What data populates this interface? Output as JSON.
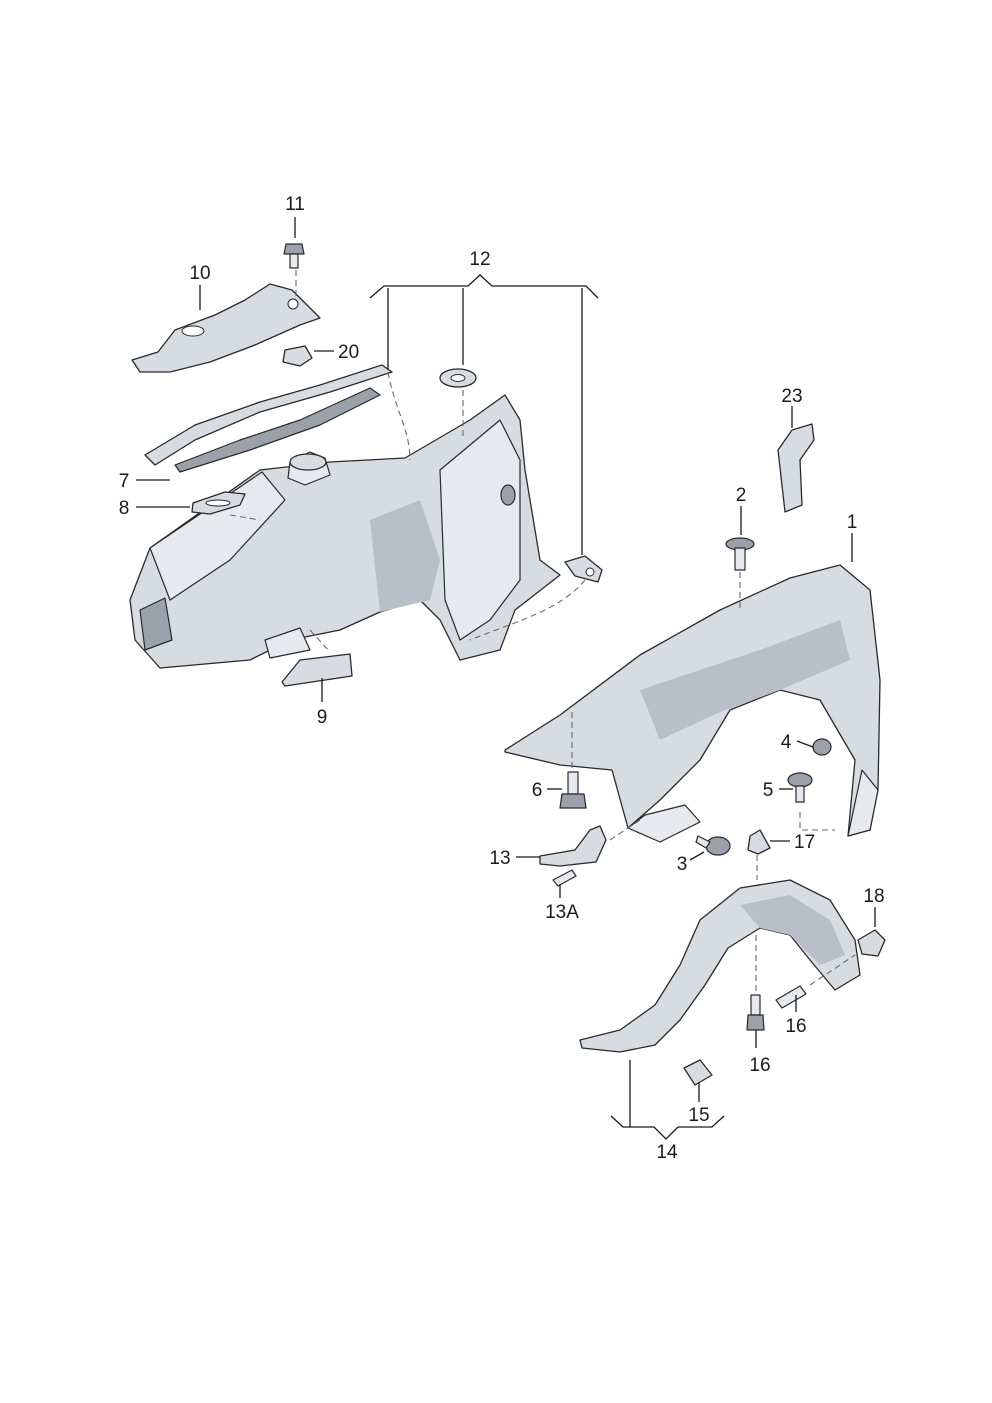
{
  "diagram": {
    "callouts": {
      "c1": "1",
      "c2": "2",
      "c3": "3",
      "c4": "4",
      "c5": "5",
      "c6": "6",
      "c7": "7",
      "c8": "8",
      "c9": "9",
      "c10": "10",
      "c11": "11",
      "c12": "12",
      "c13": "13",
      "c13a": "13A",
      "c14": "14",
      "c15": "15",
      "c16a": "16",
      "c16b": "16",
      "c17": "17",
      "c18": "18",
      "c20": "20",
      "c23": "23"
    },
    "colors": {
      "part_fill": "#d7dbe2",
      "line": "#1a1a1a",
      "background": "#ffffff"
    }
  }
}
